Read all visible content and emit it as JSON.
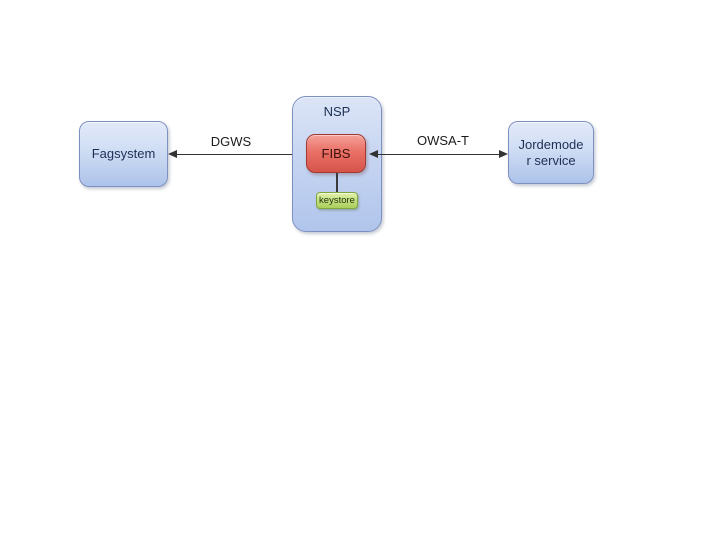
{
  "diagram": {
    "nodes": {
      "fagsystem": {
        "label": "Fagsystem"
      },
      "nsp": {
        "label": "NSP"
      },
      "fibs": {
        "label": "FIBS"
      },
      "keystore": {
        "label": "keystore"
      },
      "jordemoder": {
        "label_line1": "Jordemode",
        "label_line2": "r service",
        "full_label": "Jordemoder service"
      }
    },
    "edges": {
      "dgws": {
        "label": "DGWS"
      },
      "owsat": {
        "label": "OWSA-T"
      }
    },
    "colors": {
      "background": "#ffffff",
      "blue_node_top": "#e2eaf9",
      "blue_node_bottom": "#aec3ea",
      "blue_node_border": "#7e90c0",
      "blue_node_text": "#1e2f55",
      "fibs_top": "#f4a198",
      "fibs_bottom": "#d5544a",
      "fibs_border": "#a03a33",
      "fibs_text": "#3a100c",
      "keystore_top": "#e4f2ad",
      "keystore_bottom": "#abce5c",
      "keystore_border": "#7fa63f",
      "keystore_text": "#24340a",
      "arrow": "#333333",
      "edge_label_text": "#1c1c1c"
    }
  }
}
